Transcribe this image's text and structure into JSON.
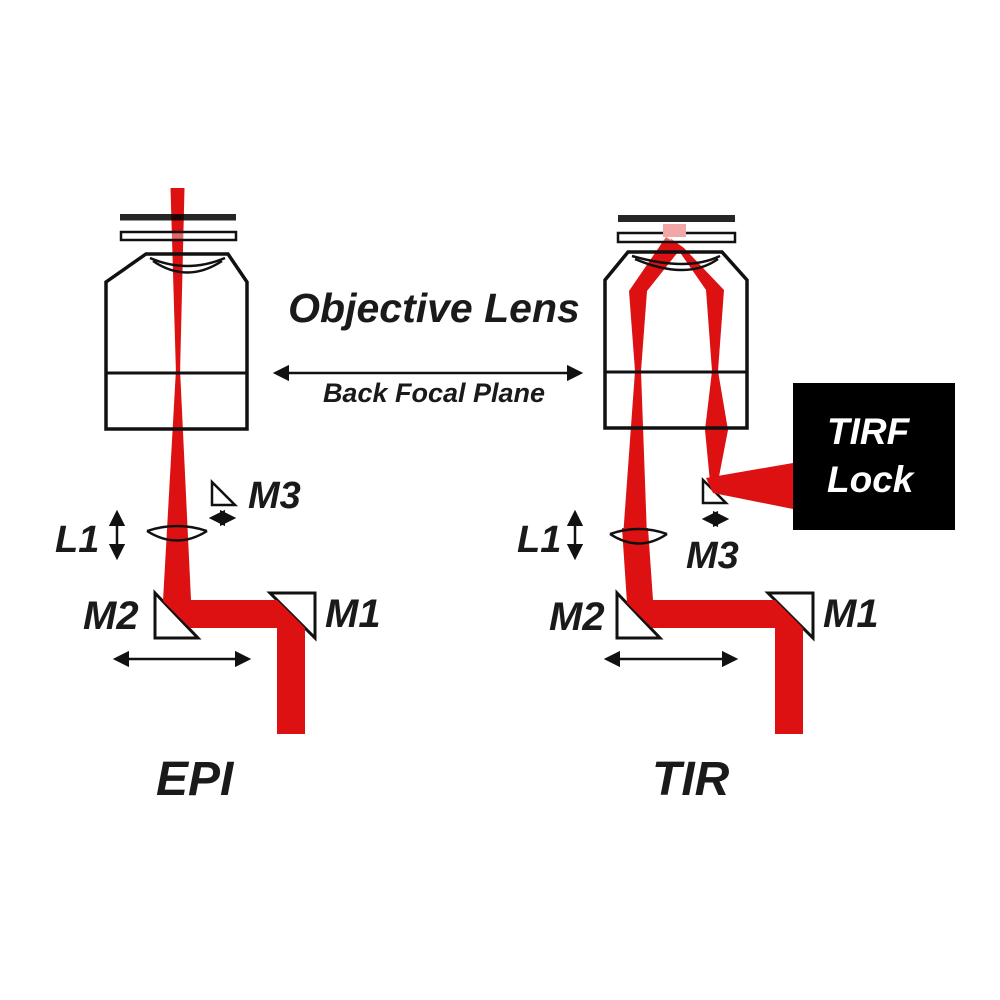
{
  "diagram": {
    "title_label": "Objective Lens",
    "bfp_label": "Back Focal Plane",
    "tirf_lock_box": {
      "line1": "TIRF",
      "line2": "Lock"
    },
    "epi": {
      "mode_label": "EPI",
      "lens_label": "L1",
      "mirror1_label": "M1",
      "mirror2_label": "M2",
      "mirror3_label": "M3"
    },
    "tir": {
      "mode_label": "TIR",
      "lens_label": "L1",
      "mirror1_label": "M1",
      "mirror2_label": "M2",
      "mirror3_label": "M3"
    },
    "colors": {
      "beam": "#dd1111",
      "tirf_spot": "#f2a6a6",
      "outline": "#111111",
      "tirf_box_bg": "#000000",
      "tirf_box_text": "#ffffff"
    }
  }
}
